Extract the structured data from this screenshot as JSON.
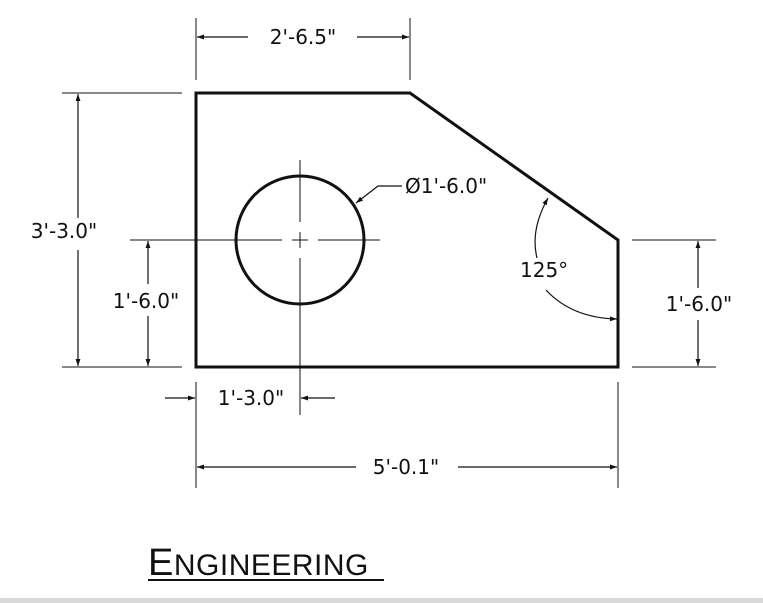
{
  "drawing": {
    "dimensions": {
      "top_width": "2'-6.5\"",
      "total_height": "3'-3.0\"",
      "hole_center_height": "1'-6.0\"",
      "hole_diameter": "Ø1'-6.0\"",
      "angle": "125°",
      "right_height": "1'-6.0\"",
      "hole_center_offset": "1'-3.0\"",
      "total_width": "5'-0.1\""
    },
    "caption": {
      "big_first": "E",
      "rest": "NGINEERING"
    }
  }
}
